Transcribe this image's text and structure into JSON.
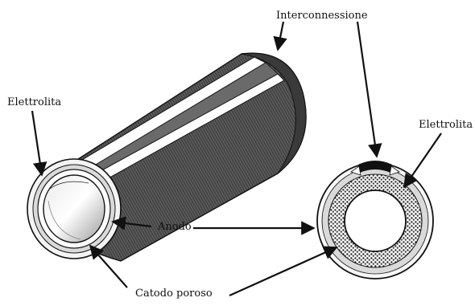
{
  "labels": {
    "interconnessione": "Interconnessione",
    "elettrolita_left": "Elettrolita",
    "elettrolita_right": "Elettrolita",
    "anodo": "Anodo",
    "catodo": "Catodo poroso"
  },
  "colors": {
    "ink": "#111111",
    "tube_dark": "#4a4a4a",
    "tube_mid": "#7a7a7a",
    "tube_light": "#bdbdbd",
    "electrolyte": "#e8e8e8",
    "cathode_dots": "#222222",
    "background": "#ffffff"
  }
}
